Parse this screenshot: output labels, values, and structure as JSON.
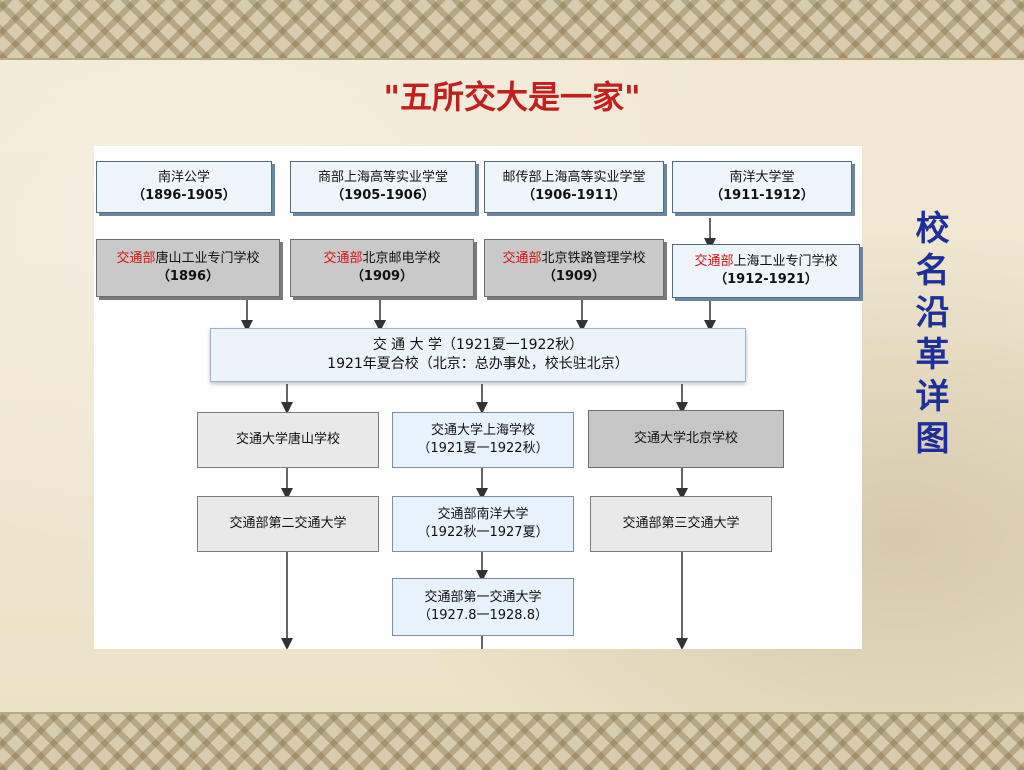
{
  "title": "\"五所交大是一家\"",
  "side_title": "校名沿革详图",
  "row1": [
    {
      "name": "南洋公学",
      "years": "（1896-1905）"
    },
    {
      "name": "商部上海高等实业学堂",
      "years": "（1905-1906）"
    },
    {
      "name": "邮传部上海高等实业学堂",
      "years": "（1906-1911）"
    },
    {
      "name": "南洋大学堂",
      "years": "（1911-1912）"
    }
  ],
  "row2": [
    {
      "prefix": "交通部",
      "name": "唐山工业专门学校",
      "years": "（1896）"
    },
    {
      "prefix": "交通部",
      "name": "北京邮电学校",
      "years": "（1909）"
    },
    {
      "prefix": "交通部",
      "name": "北京铁路管理学校",
      "years": "（1909）"
    },
    {
      "prefix": "交通部",
      "name": "上海工业专门学校",
      "years": "（1912-1921）"
    }
  ],
  "merger": {
    "line1": "交 通 大 学（1921夏一1922秋）",
    "line2": "1921年夏合校（北京：总办事处，校长驻北京）"
  },
  "row4": [
    {
      "line1": "交通大学唐山学校",
      "line2": ""
    },
    {
      "line1": "交通大学上海学校",
      "line2": "（1921夏一1922秋）"
    },
    {
      "line1": "交通大学北京学校",
      "line2": ""
    }
  ],
  "row5": [
    {
      "line1": "交通部第二交通大学",
      "line2": ""
    },
    {
      "line1": "交通部南洋大学",
      "line2": "（1922秋一1927夏）"
    },
    {
      "line1": "交通部第三交通大学",
      "line2": ""
    }
  ],
  "row6": {
    "line1": "交通部第一交通大学",
    "line2": "（1927.8一1928.8）"
  },
  "colors": {
    "title": "#c21f1f",
    "side_title": "#1f2f9a",
    "prefix": "#d01515"
  }
}
